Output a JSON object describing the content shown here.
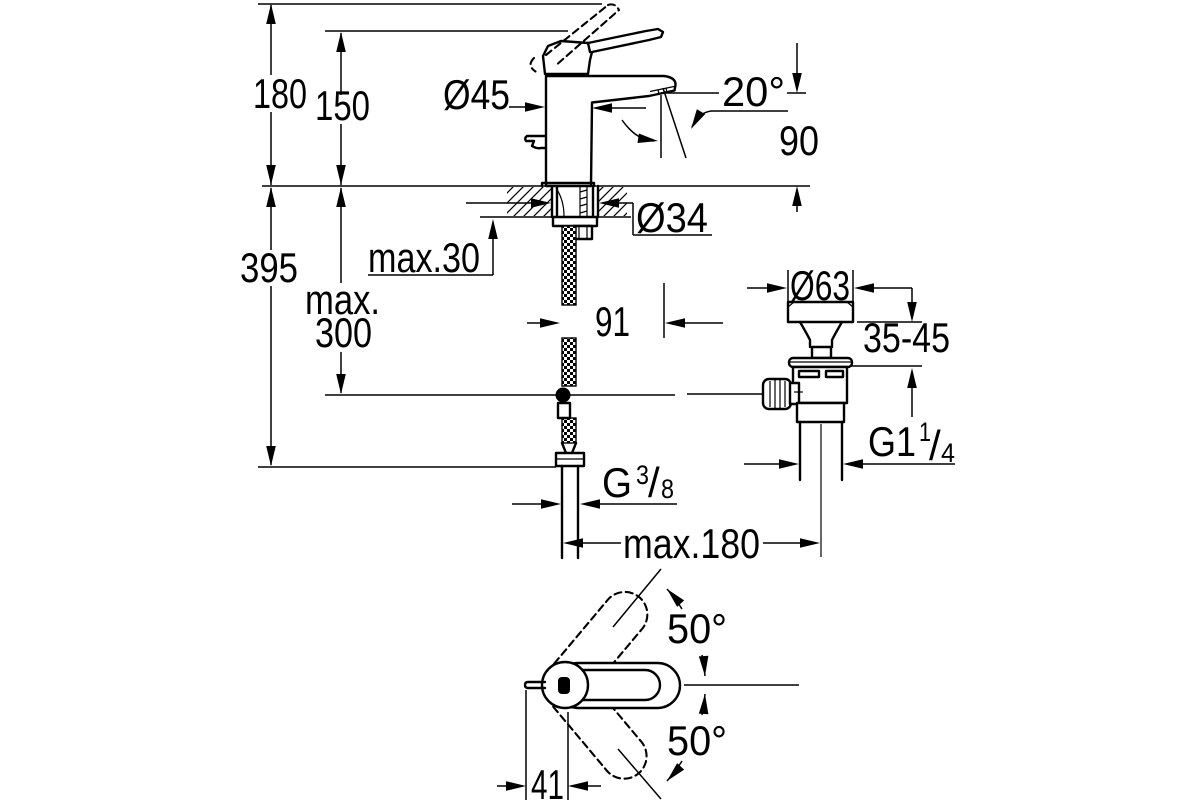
{
  "drawing": {
    "title_hint": "faucet-installation-dimension-drawing",
    "background_color": "#ffffff",
    "line_color": "#000000",
    "labels": {
      "overall_height": "180",
      "spout_height": "150",
      "total_depth_height": "395",
      "max_hose_word": "max.",
      "max_hose_value": "300",
      "max_deck_thickness": "max.30",
      "body_diameter": "Ø45",
      "spray_angle": "20°",
      "outlet_height": "90",
      "hole_diameter": "Ø34",
      "offset_91": "91",
      "plug_diameter": "Ø63",
      "waste_deck_range": "35-45",
      "max_reach": "max.180",
      "swivel_angle_top": "50°",
      "swivel_angle_bottom": "50°",
      "lever_offset": "41",
      "waste_thread": {
        "main": "G1",
        "sup": "1",
        "slash": "/",
        "sub": "4"
      },
      "supply_thread": {
        "main": "G",
        "sup": "3",
        "slash": "/",
        "sub": "8"
      }
    }
  }
}
